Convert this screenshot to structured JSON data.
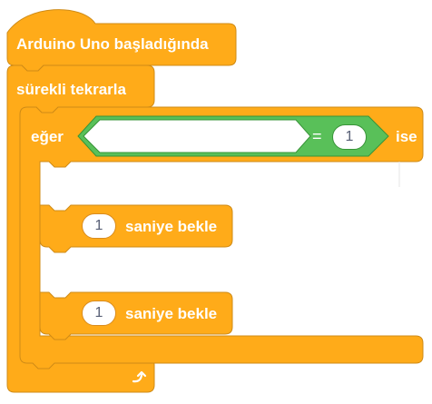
{
  "hat_block": {
    "label": "Arduino Uno başladığında"
  },
  "forever_block": {
    "label": "sürekli tekrarla",
    "loop_icon": "loop-arrow-icon"
  },
  "if_block": {
    "label_if": "eğer",
    "label_then": "ise",
    "condition": {
      "operator": "=",
      "left_value": "",
      "right_value": "1"
    }
  },
  "wait_blocks": [
    {
      "value": "1",
      "label": "saniye bekle"
    },
    {
      "value": "1",
      "label": "saniye bekle"
    }
  ],
  "colors": {
    "control": "#ffab19",
    "control_border": "#cf8b17",
    "operator": "#59c059",
    "operator_border": "#389438",
    "text": "#ffffff",
    "input_text": "#575e75"
  }
}
